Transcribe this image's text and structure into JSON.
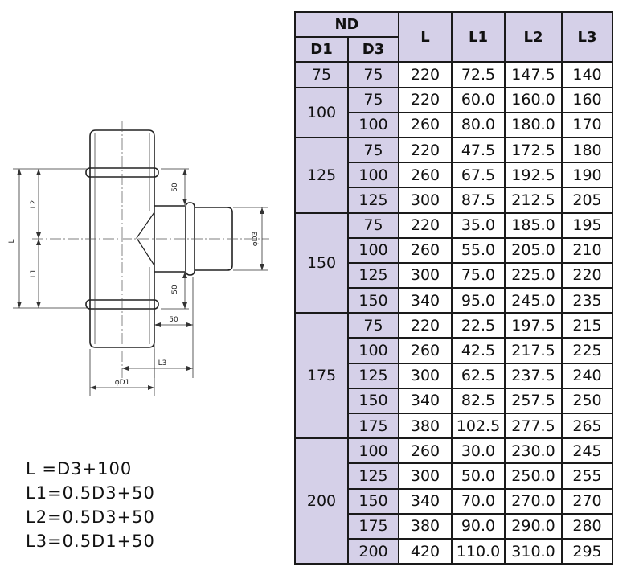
{
  "drawing": {
    "labels": {
      "L": "L",
      "L1": "L1",
      "L2": "L2",
      "L3": "L3",
      "D1": "φD1",
      "D3": "φD3",
      "dim50_top": "50",
      "dim50_bottom": "50",
      "dim50_horizontal": "50"
    }
  },
  "formulas": [
    "L  =D3+100",
    "L1=0.5D3+50",
    "L2=0.5D3+50",
    "L3=0.5D1+50"
  ],
  "table": {
    "headers": {
      "nd": "ND",
      "d1": "D1",
      "d3": "D3",
      "l": "L",
      "l1": "L1",
      "l2": "L2",
      "l3": "L3"
    },
    "groups": [
      {
        "d1": "75",
        "rows": [
          [
            "75",
            "220",
            "72.5",
            "147.5",
            "140"
          ]
        ]
      },
      {
        "d1": "100",
        "rows": [
          [
            "75",
            "220",
            "60.0",
            "160.0",
            "160"
          ],
          [
            "100",
            "260",
            "80.0",
            "180.0",
            "170"
          ]
        ]
      },
      {
        "d1": "125",
        "rows": [
          [
            "75",
            "220",
            "47.5",
            "172.5",
            "180"
          ],
          [
            "100",
            "260",
            "67.5",
            "192.5",
            "190"
          ],
          [
            "125",
            "300",
            "87.5",
            "212.5",
            "205"
          ]
        ]
      },
      {
        "d1": "150",
        "rows": [
          [
            "75",
            "220",
            "35.0",
            "185.0",
            "195"
          ],
          [
            "100",
            "260",
            "55.0",
            "205.0",
            "210"
          ],
          [
            "125",
            "300",
            "75.0",
            "225.0",
            "220"
          ],
          [
            "150",
            "340",
            "95.0",
            "245.0",
            "235"
          ]
        ]
      },
      {
        "d1": "175",
        "rows": [
          [
            "75",
            "220",
            "22.5",
            "197.5",
            "215"
          ],
          [
            "100",
            "260",
            "42.5",
            "217.5",
            "225"
          ],
          [
            "125",
            "300",
            "62.5",
            "237.5",
            "240"
          ],
          [
            "150",
            "340",
            "82.5",
            "257.5",
            "250"
          ],
          [
            "175",
            "380",
            "102.5",
            "277.5",
            "265"
          ]
        ]
      },
      {
        "d1": "200",
        "rows": [
          [
            "100",
            "260",
            "30.0",
            "230.0",
            "245"
          ],
          [
            "125",
            "300",
            "50.0",
            "250.0",
            "255"
          ],
          [
            "150",
            "340",
            "70.0",
            "270.0",
            "270"
          ],
          [
            "175",
            "380",
            "90.0",
            "290.0",
            "280"
          ],
          [
            "200",
            "420",
            "110.0",
            "310.0",
            "295"
          ]
        ]
      }
    ]
  }
}
